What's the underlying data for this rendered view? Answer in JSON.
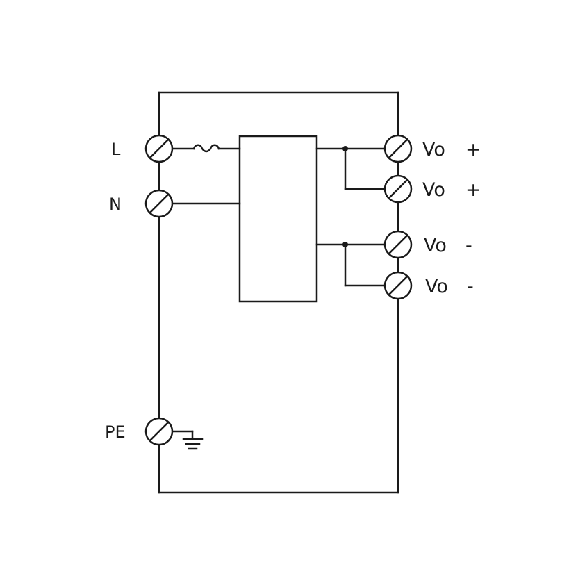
{
  "diagram": {
    "input_labels": {
      "line": "L",
      "neutral": "N",
      "earth": "PE"
    },
    "output_labels": [
      {
        "text": "Vo",
        "sign": "+"
      },
      {
        "text": "Vo",
        "sign": "+"
      },
      {
        "text": "Vo",
        "sign": "-"
      },
      {
        "text": "Vo",
        "sign": "-"
      }
    ]
  }
}
